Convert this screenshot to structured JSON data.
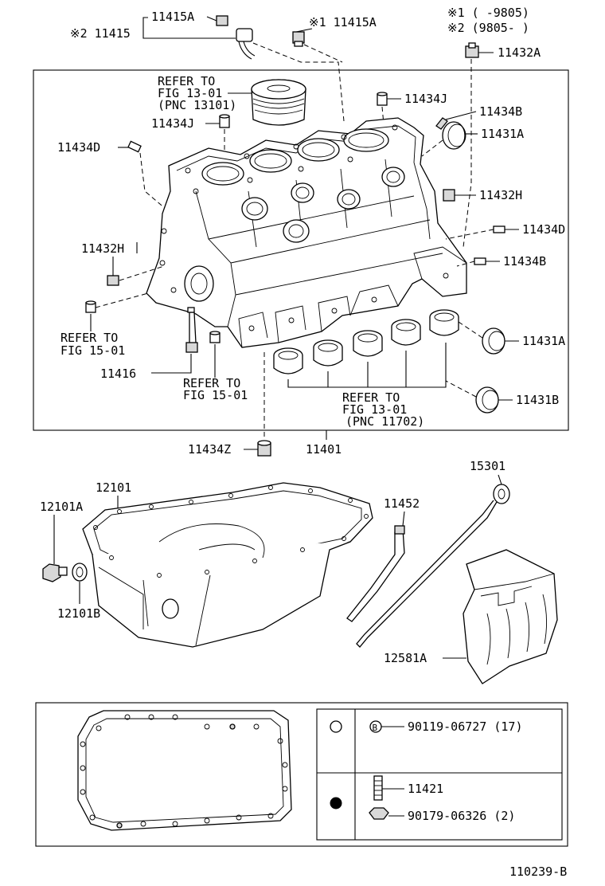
{
  "header": {
    "note_line_1": "※1 (      -9805)",
    "note_line_2": "※2 (9805-      )"
  },
  "labels": {
    "p11415_group": "※2 11415",
    "p11415A_top": "11415A",
    "p11415A_mark": "※1 11415A",
    "p11432A": "11432A",
    "refer_piston_1": "REFER TO",
    "refer_piston_2": "FIG 13-01",
    "refer_piston_3": "(PNC 13101)",
    "p11434J_left": "11434J",
    "p11434J_right": "11434J",
    "p11434B_top": "11434B",
    "p11431A_top": "11431A",
    "p11434D_left": "11434D",
    "p11432H_right": "11432H",
    "p11434D_right": "11434D",
    "p11432H_left": "11432H",
    "p11434B_mid": "11434B",
    "refer_1501a_1": "REFER TO",
    "refer_1501a_2": "FIG 15-01",
    "p11431A_bottom": "11431A",
    "p11416": "11416",
    "refer_1501b_1": "REFER TO",
    "refer_1501b_2": "FIG 15-01",
    "refer_bearing_1": "REFER TO",
    "refer_bearing_2": "FIG 13-01",
    "refer_bearing_3": "(PNC 11702)",
    "p11431B": "11431B",
    "p11434Z": "11434Z",
    "p11401": "11401",
    "p12101": "12101",
    "p15301": "15301",
    "p12101A": "12101A",
    "p11452": "11452",
    "p12101B": "12101B",
    "p12581A": "12581A"
  },
  "legend_table": {
    "row1_part": "90119-06727 (17)",
    "row2_part_a": "11421",
    "row2_part_b": "90179-06326 (2)"
  },
  "footer": {
    "figure_code": "110239-B"
  }
}
